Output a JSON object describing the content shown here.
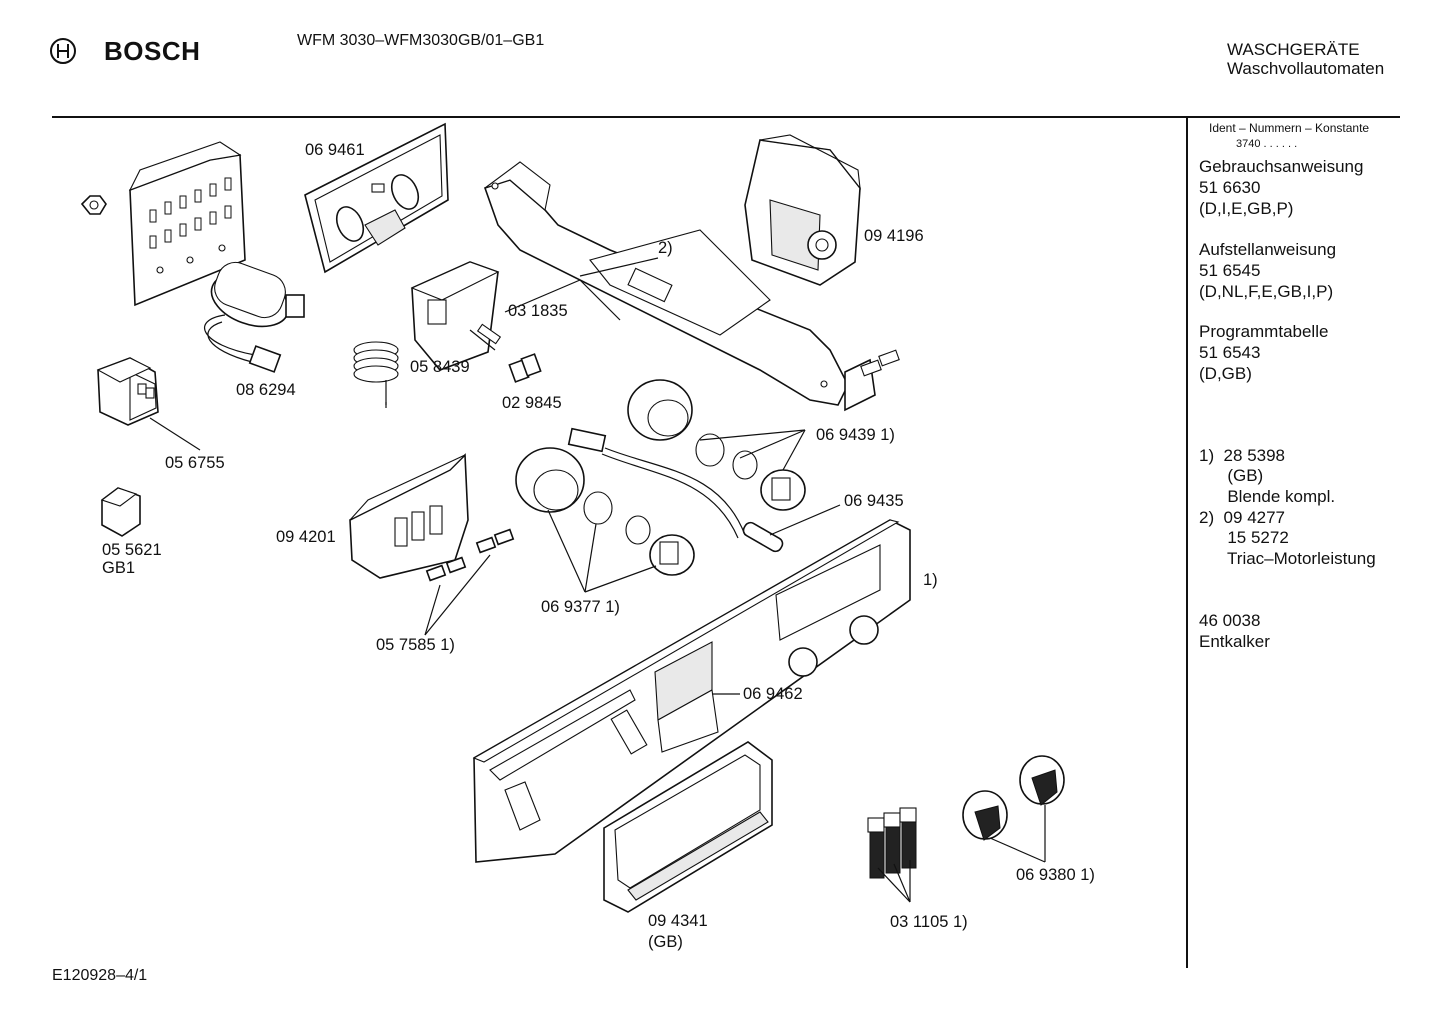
{
  "header": {
    "brand": "BOSCH",
    "model": "WFM 3030–WFM3030GB/01–GB1",
    "category_line1": "WASCHGERÄTE",
    "category_line2": "Waschvollautomaten",
    "footer_code": "E120928–4/1"
  },
  "side_panel": {
    "ident_title": "Ident – Nummern – Konstante",
    "ident_value": "3740 . . . . . .",
    "lines": [
      "Gebrauchsanweisung",
      "51 6630",
      "(D,I,E,GB,P)",
      "",
      "Aufstellanweisung",
      "51 6545",
      "(D,NL,F,E,GB,I,P)",
      "",
      "Programmtabelle",
      "51 6543",
      "(D,GB)"
    ],
    "notes": [
      "1)  28 5398",
      "      (GB)",
      "      Blende kompl.",
      "2)  09 4277",
      "      15 5272",
      "      Triac–Motorleistung"
    ],
    "extra": [
      "46 0038",
      "Entkalker"
    ]
  },
  "labels": {
    "p069461": "06 9461",
    "p094196": "09 4196",
    "p2": "2)",
    "p031835": "03 1835",
    "p058439": "05 8439",
    "p086294": "08 6294",
    "p029845": "02 9845",
    "p056755": "05 6755",
    "p069439": "06 9439 1)",
    "p069435": "06 9435",
    "p055621a": "05 5621",
    "p055621b": "GB1",
    "p094201": "09 4201",
    "p1": "1)",
    "p069377": "06 9377 1)",
    "p057585": "05 7585 1)",
    "p069462": "06 9462",
    "p094341a": "09 4341",
    "p094341b": "(GB)",
    "p031105": "03 1105 1)",
    "p069380": "06 9380 1)"
  }
}
